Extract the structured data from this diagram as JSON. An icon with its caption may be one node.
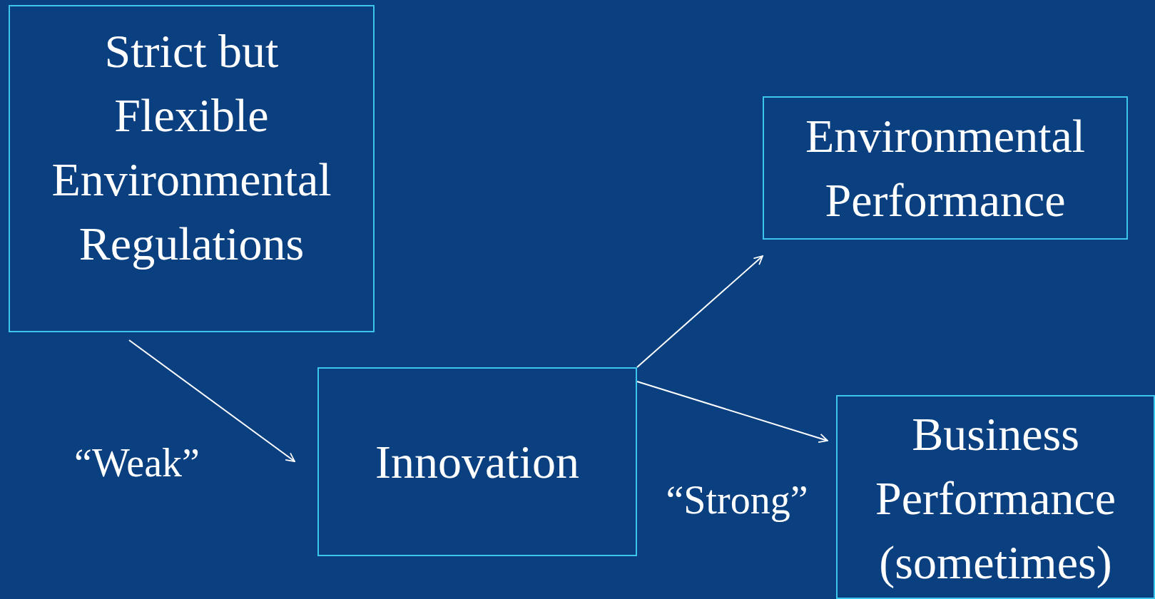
{
  "diagram": {
    "nodes": [
      {
        "text": [
          "Strict but Flexible Environmental Regulations"
        ]
      },
      {
        "text": [
          "Innovation"
        ]
      },
      {
        "text": [
          "Environmental Performance"
        ]
      },
      {
        "text": [
          "Business Performance (sometimes)"
        ]
      }
    ],
    "edges": [
      {
        "from": 0,
        "to": 1,
        "arrow": "to",
        "label": "“Weak”"
      },
      {
        "from": 1,
        "to": 2,
        "arrow": "to"
      },
      {
        "from": 1,
        "to": 3,
        "arrow": "to",
        "label": "“Strong”"
      }
    ]
  }
}
